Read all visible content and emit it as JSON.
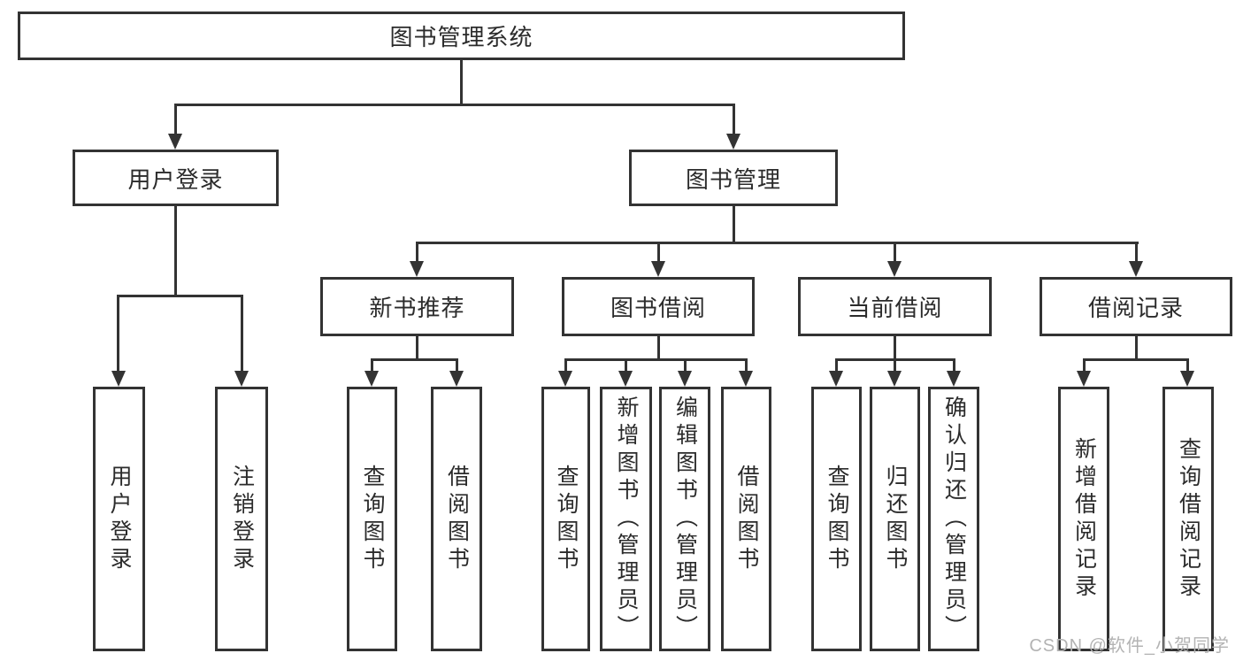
{
  "diagram": {
    "root": {
      "label": "图书管理系统"
    },
    "level2": [
      {
        "label": "用户登录"
      },
      {
        "label": "图书管理"
      }
    ],
    "level3": [
      {
        "label": "新书推荐"
      },
      {
        "label": "图书借阅"
      },
      {
        "label": "当前借阅"
      },
      {
        "label": "借阅记录"
      }
    ],
    "leaves": [
      {
        "label": "用户登录"
      },
      {
        "label": "注销登录"
      },
      {
        "label": "查询图书"
      },
      {
        "label": "借阅图书"
      },
      {
        "label": "查询图书"
      },
      {
        "label": "新增图书（管理员）"
      },
      {
        "label": "编辑图书（管理员）"
      },
      {
        "label": "借阅图书"
      },
      {
        "label": "查询图书"
      },
      {
        "label": "归还图书"
      },
      {
        "label": "确认归还（管理员）"
      },
      {
        "label": "新增借阅记录"
      },
      {
        "label": "查询借阅记录"
      }
    ],
    "colors": {
      "line": "#333333",
      "text": "#2b2b2b",
      "background": "#ffffff"
    }
  },
  "watermark": {
    "text": "CSDN @软件_小贺同学",
    "color": "#b3b3b3"
  }
}
